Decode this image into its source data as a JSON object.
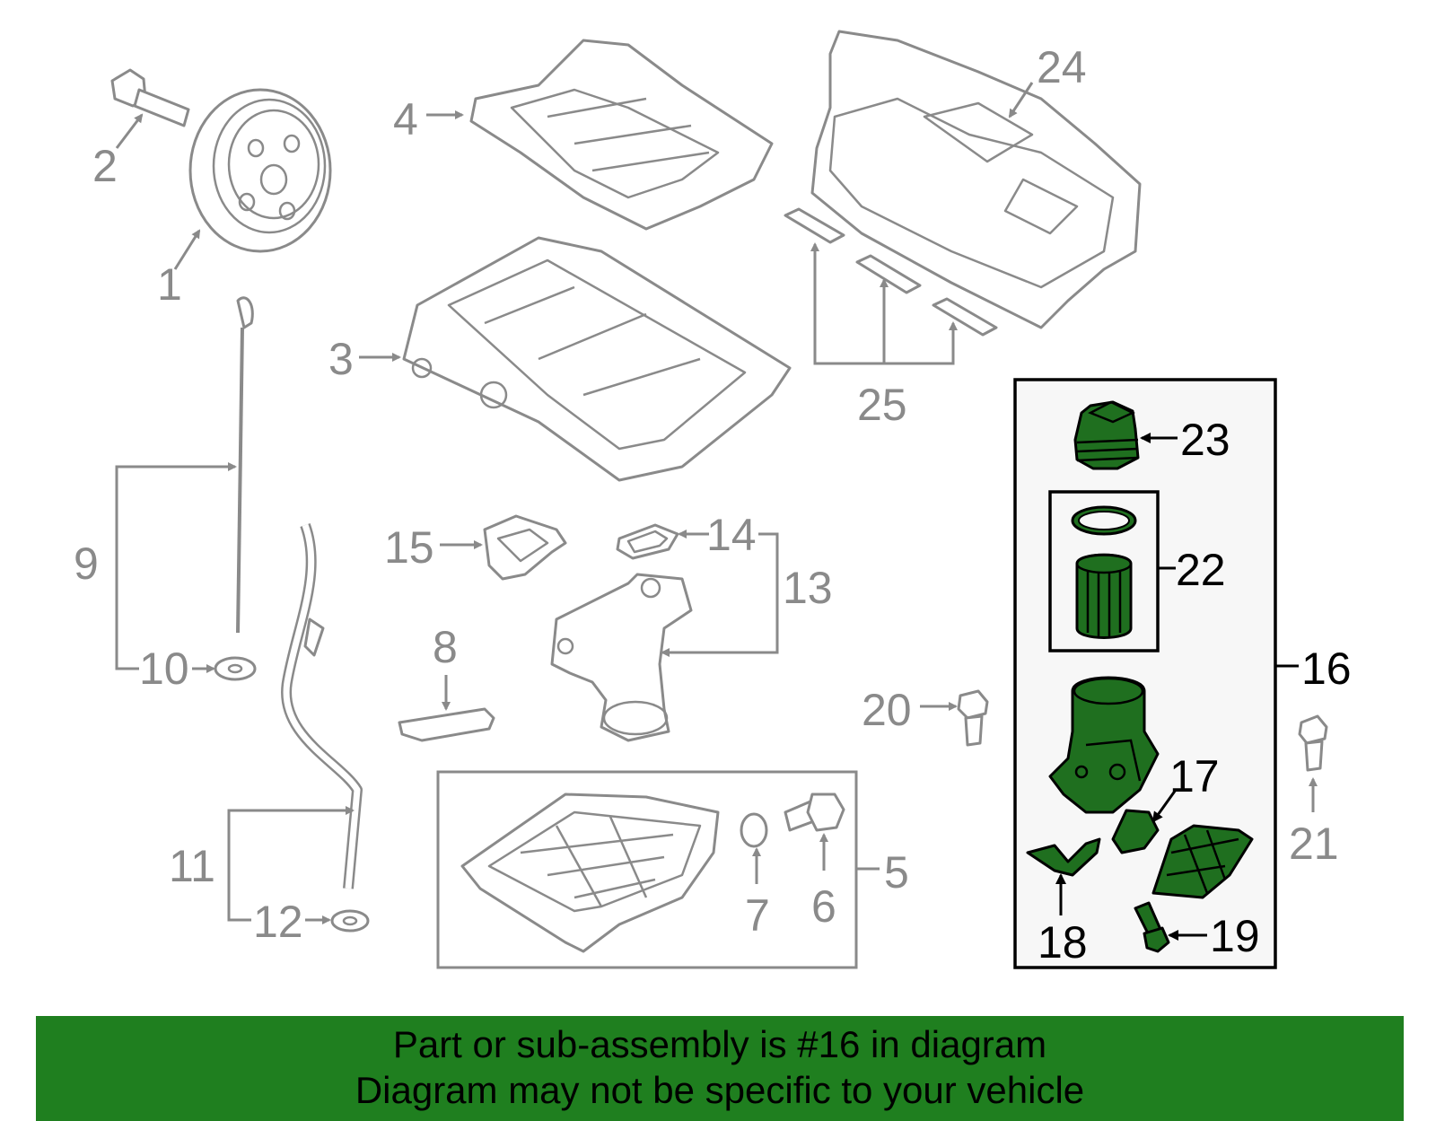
{
  "callouts": {
    "c1": "1",
    "c2": "2",
    "c3": "3",
    "c4": "4",
    "c5": "5",
    "c6": "6",
    "c7": "7",
    "c8": "8",
    "c9": "9",
    "c10": "10",
    "c11": "11",
    "c12": "12",
    "c13": "13",
    "c14": "14",
    "c15": "15",
    "c16": "16",
    "c17": "17",
    "c18": "18",
    "c19": "19",
    "c20": "20",
    "c21": "21",
    "c22": "22",
    "c23": "23",
    "c24": "24",
    "c25": "25"
  },
  "banner": {
    "line1": "Part or sub-assembly is #16 in diagram",
    "line2": "Diagram may not be specific to your vehicle"
  },
  "colors": {
    "highlight": "#1f6f1f",
    "banner": "#1f7f1f",
    "parts_gray": "#8a8a8a"
  }
}
